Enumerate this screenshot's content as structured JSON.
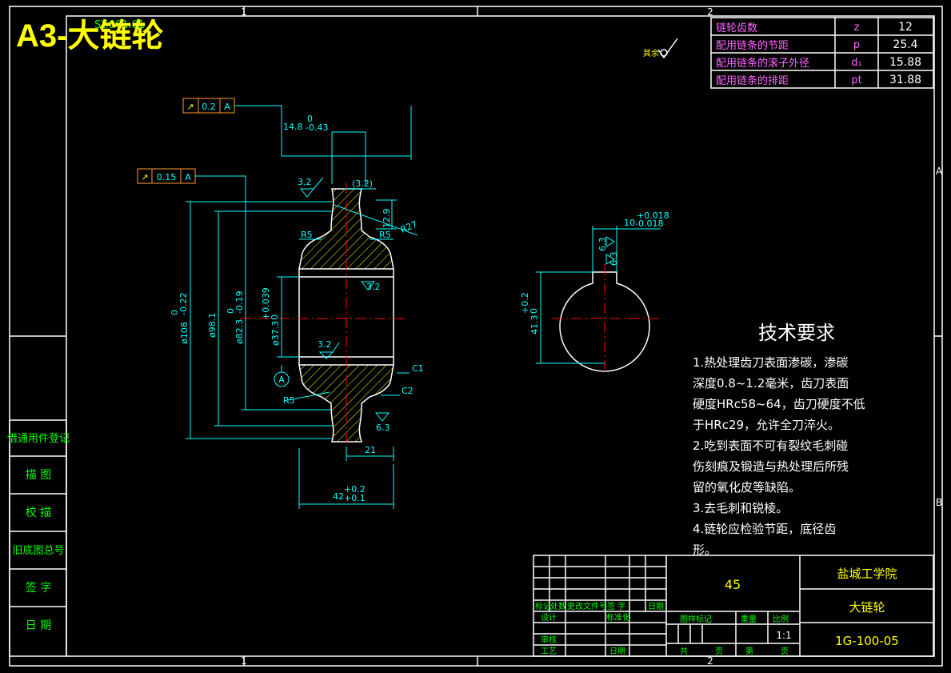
{
  "title": "A3-大链轮",
  "title_overlay": "SY.001.01",
  "zone_markers": {
    "top": [
      "1",
      "2"
    ],
    "bottom": [
      "1",
      "2"
    ],
    "right": [
      "A",
      "B"
    ]
  },
  "param_table": {
    "rows": [
      {
        "label": "链轮齿数",
        "symbol": "z",
        "value": "12"
      },
      {
        "label": "配用链条的节距",
        "symbol": "p",
        "value": "25.4"
      },
      {
        "label": "配用链条的滚子外径",
        "symbol": "d₁",
        "value": "15.88"
      },
      {
        "label": "配用链条的排距",
        "symbol": "pt",
        "value": "31.88"
      }
    ]
  },
  "surface_note": "其余",
  "tolerance_frames": [
    {
      "symbol": "↗",
      "value": "0.2",
      "datum": "A"
    },
    {
      "symbol": "↗",
      "value": "0.15",
      "datum": "A"
    }
  ],
  "dims": {
    "hub_width": "14.8",
    "hub_width_tol_up": "0",
    "hub_width_tol_low": "-0.43",
    "tooth_ref": "(3.2)",
    "rough_top": "3.2",
    "len_12_9": "12.9",
    "r27": "R27",
    "r5_left": "R5",
    "r5_right": "R5",
    "rough_bore": "3.2",
    "rough_mid": "3.2",
    "c1": "C1",
    "c2": "C2",
    "r5_bottom": "R5",
    "rough_bottom": "6.3",
    "w21": "21",
    "w42": "42",
    "w42_up": "+0.2",
    "w42_low": "+0.1",
    "d108": "ø108",
    "d108_up": "0",
    "d108_low": "-0.22",
    "d98": "ø98.1",
    "d82": "ø82.3",
    "d82_up": "0",
    "d82_low": "-0.19",
    "d37": "ø37.3",
    "d37_up": "+0.039",
    "d37_low": "0",
    "datum_a": "A",
    "key_width": "10",
    "key_up": "+0.018",
    "key_low": "-0.018",
    "key_rough1": "6.3",
    "key_rough2": "6.3",
    "key_depth": "41.3",
    "key_depth_up": "+0.2",
    "key_depth_low": "0"
  },
  "tech_requirements": {
    "heading": "技术要求",
    "lines": [
      "1.热处理齿刀表面渗碳，渗碳",
      "深度0.8~1.2毫米，齿刀表面",
      "硬度HRc58~64，齿刀硬度不低",
      "于HRc29，允许全刀淬火。",
      "2.吃到表面不可有裂纹毛刺碰",
      "伤刻痕及锻造与热处理后所残",
      "留的氧化皮等缺陷。",
      "3.去毛刺和锐棱。",
      "4.链轮应检验节距，底径齿",
      "形。"
    ]
  },
  "left_strip": [
    "借通用件登记",
    "描  图",
    "校  描",
    "旧底图总号",
    "签  字",
    "日  期"
  ],
  "title_block": {
    "material": "45",
    "school": "盐城工学院",
    "part_name": "大链轮",
    "drawing_no": "1G-100-05",
    "rev_headers": [
      "标记",
      "处数",
      "更改文件号",
      "签  字",
      "日期"
    ],
    "design": "设计",
    "standardize": "标准化",
    "review": "审核",
    "process": "工艺",
    "date": "日期",
    "stage_headers": [
      "图样标记",
      "重量",
      "比例"
    ],
    "scale": "1:1",
    "total": "共",
    "page": "页",
    "sheet_no": "第",
    "sheet_page": "页"
  }
}
